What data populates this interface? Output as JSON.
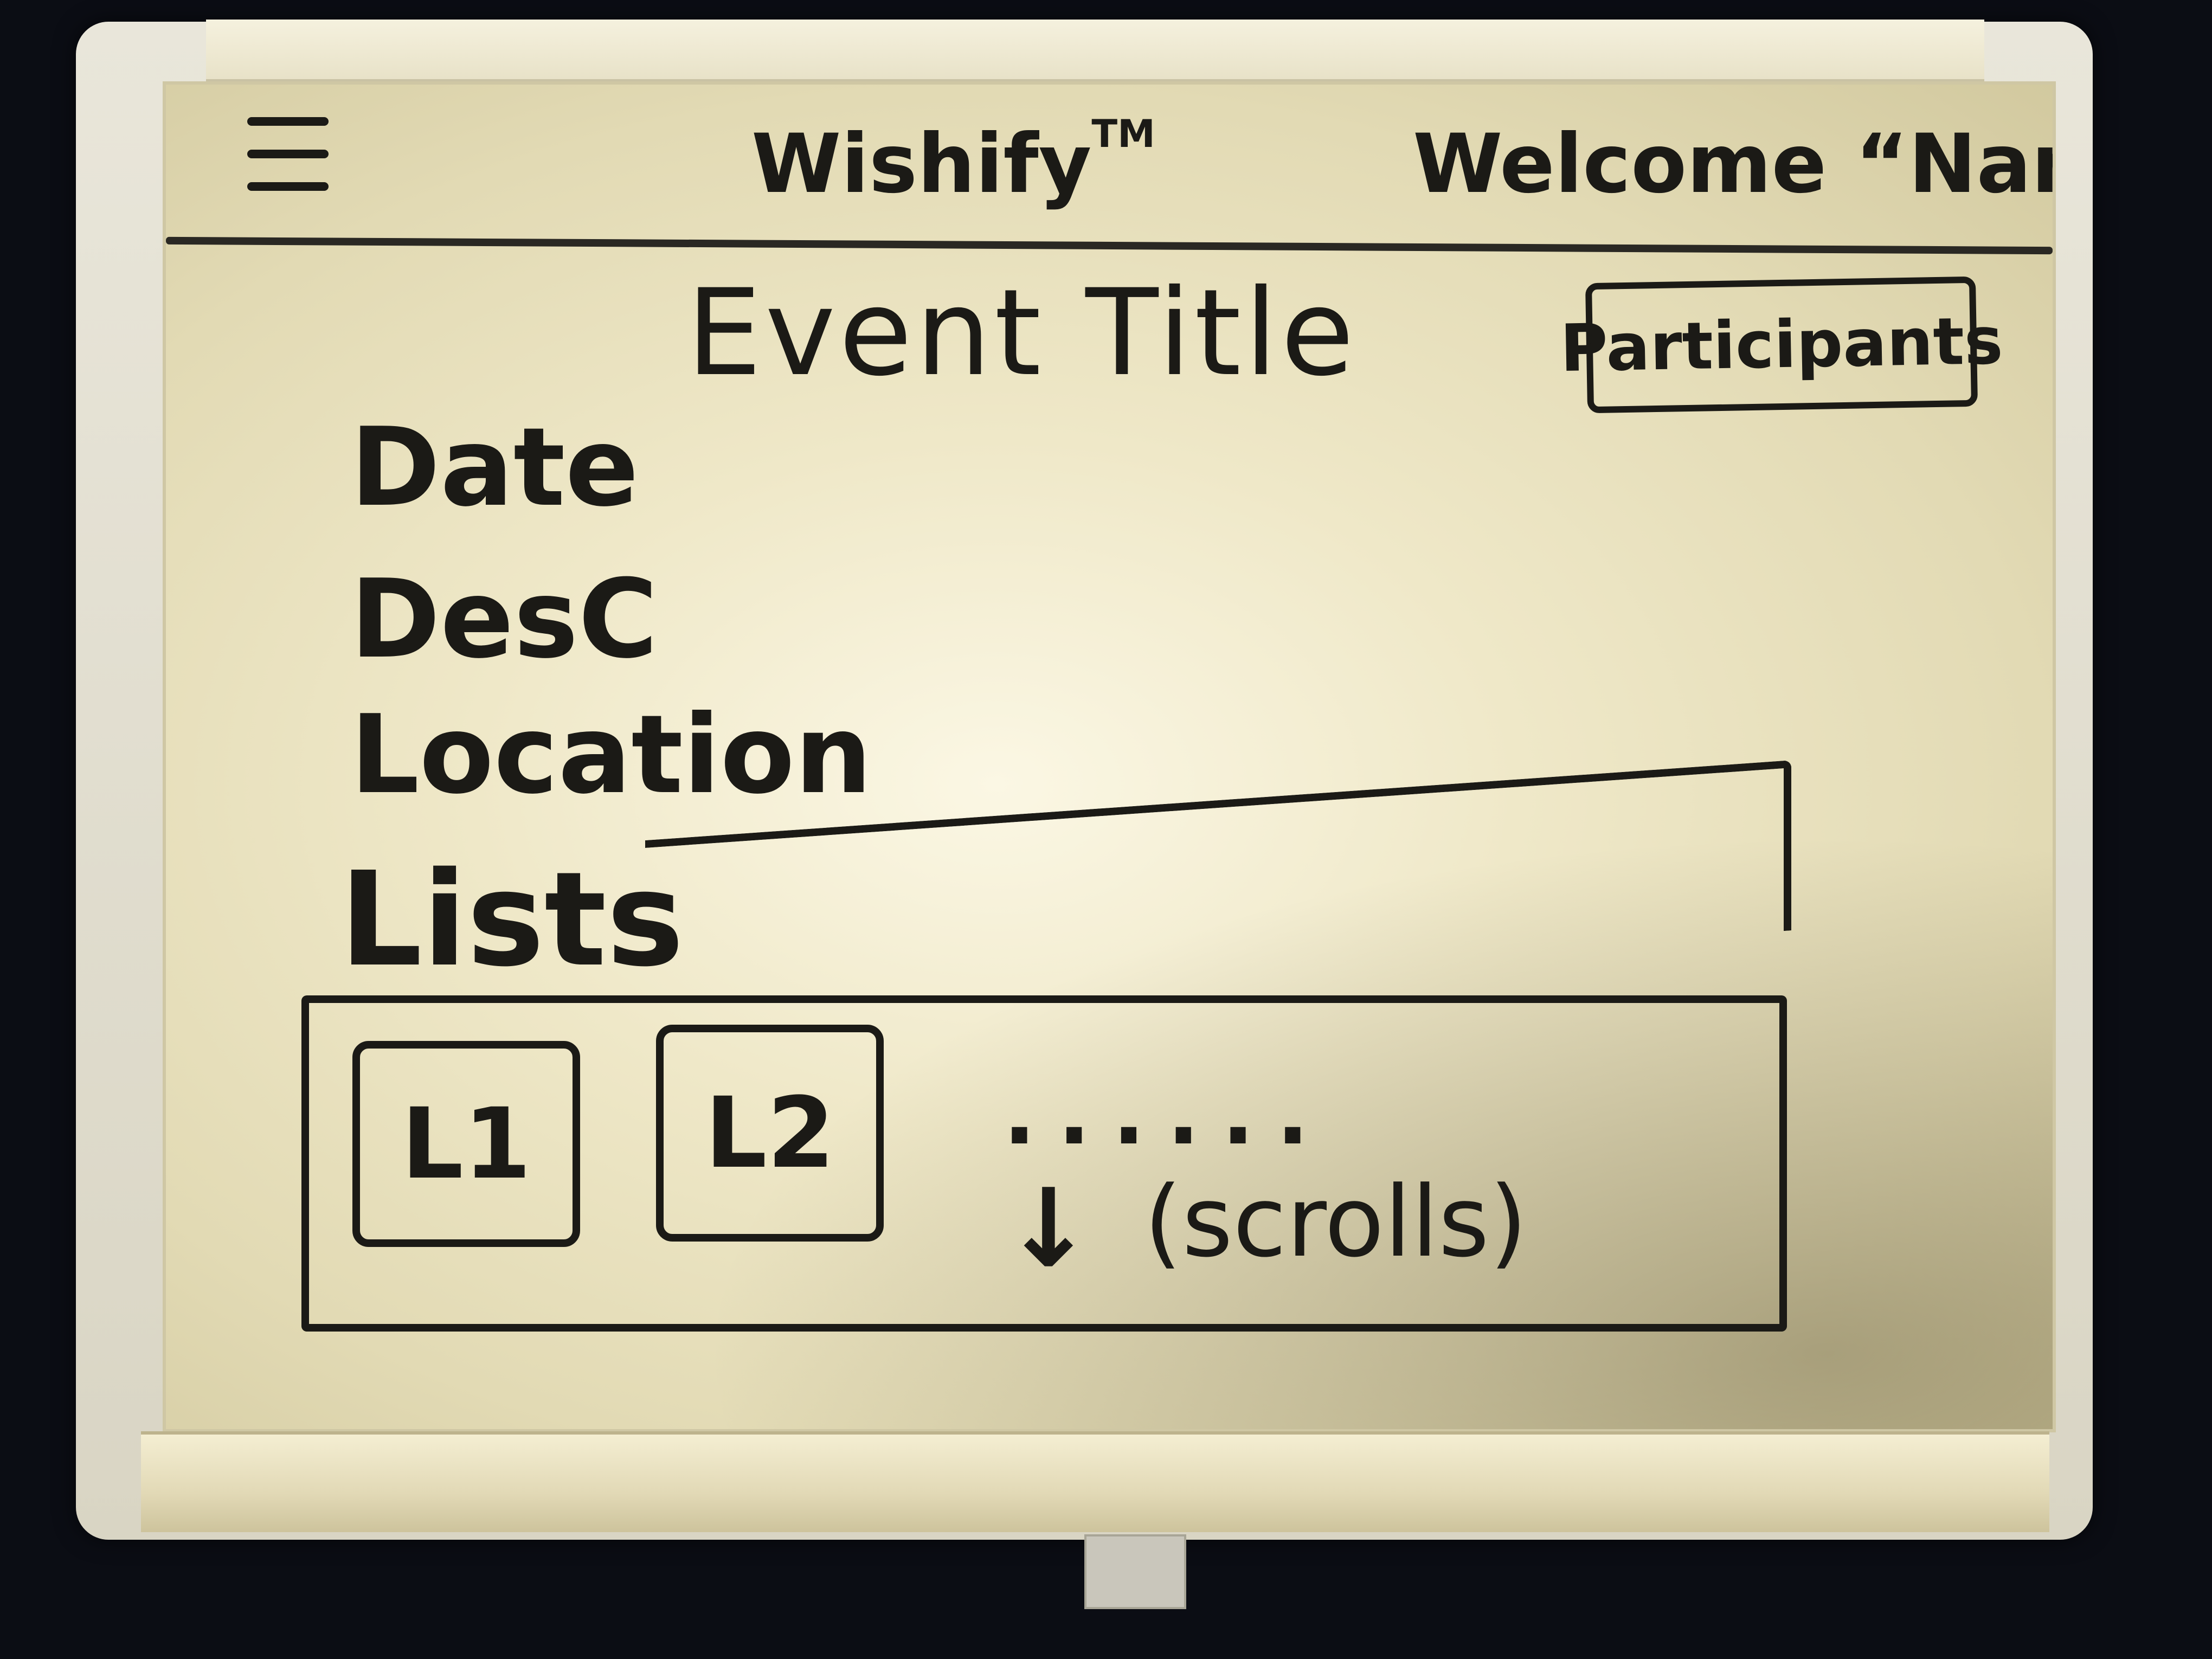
{
  "header": {
    "app_title": "Wishify",
    "trademark": "TM",
    "welcome_text": "Welcome “Name”"
  },
  "event": {
    "title": "Event Title",
    "participants_label": "Participants",
    "fields": {
      "date": "Date",
      "desc": "DesC",
      "location": "Location"
    }
  },
  "lists": {
    "label": "Lists",
    "items": [
      "L1",
      "L2"
    ],
    "more": "......",
    "scroll_arrow": "↓",
    "scroll_note": "(scrolls)"
  }
}
